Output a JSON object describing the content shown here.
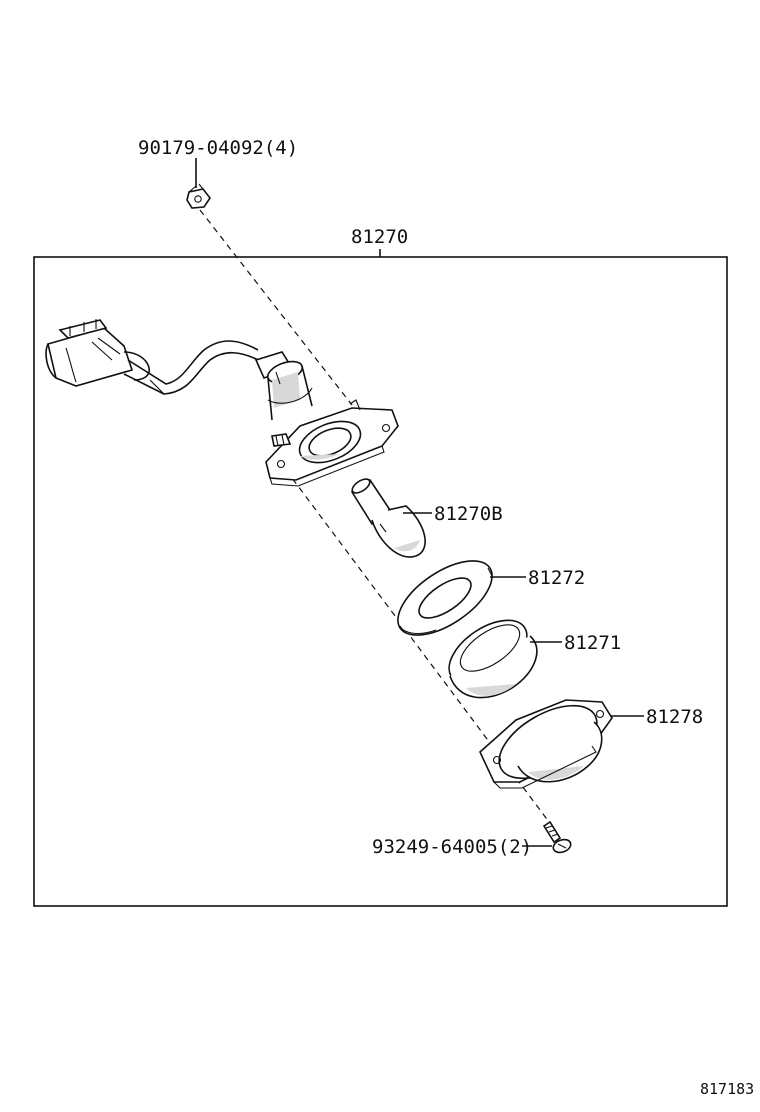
{
  "labels": {
    "clip": "90179-04092(4)",
    "assembly": "81270",
    "bulb": "81270B",
    "gasket": "81272",
    "lens": "81271",
    "housing": "81278",
    "screw": "93249-64005(2)"
  },
  "figure_id": "817183"
}
